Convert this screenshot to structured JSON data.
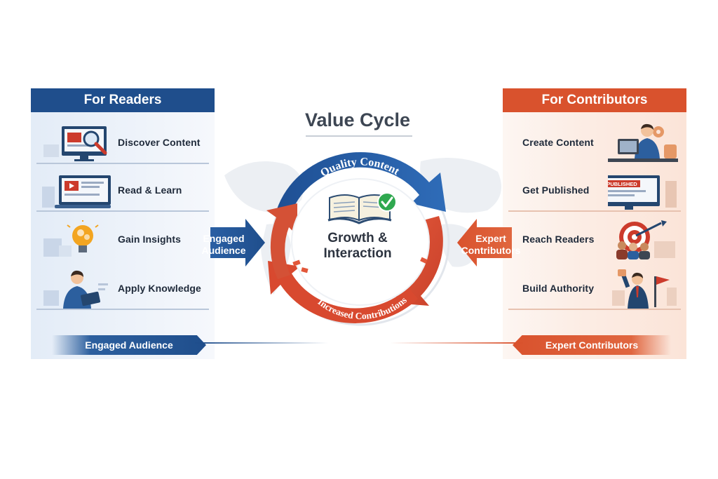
{
  "title": "Value Cycle",
  "readers": {
    "header": "For Readers",
    "items": [
      {
        "label": "Discover Content"
      },
      {
        "label": "Read & Learn"
      },
      {
        "label": "Gain Insights"
      },
      {
        "label": "Apply Knowledge"
      }
    ],
    "footer": "Engaged Audience"
  },
  "contributors": {
    "header": "For Contributors",
    "items": [
      {
        "label": "Create Content"
      },
      {
        "label": "Get Published"
      },
      {
        "label": "Reach Readers"
      },
      {
        "label": "Build Authority"
      }
    ],
    "footer": "Expert Contributors"
  },
  "cycle": {
    "top_label": "Quality Content",
    "center_line1": "Growth &",
    "center_line2": "Interaction",
    "bottom_label": "Increased Contributions",
    "left_arrow_line1": "Engaged",
    "left_arrow_line2": "Audience",
    "right_arrow_line1": "Expert",
    "right_arrow_line2": "Contributors"
  },
  "badge": {
    "published": "PUBLISHED"
  },
  "colors": {
    "blue": "#1f4e8c",
    "orange": "#d9522d",
    "green": "#2fa84f"
  }
}
